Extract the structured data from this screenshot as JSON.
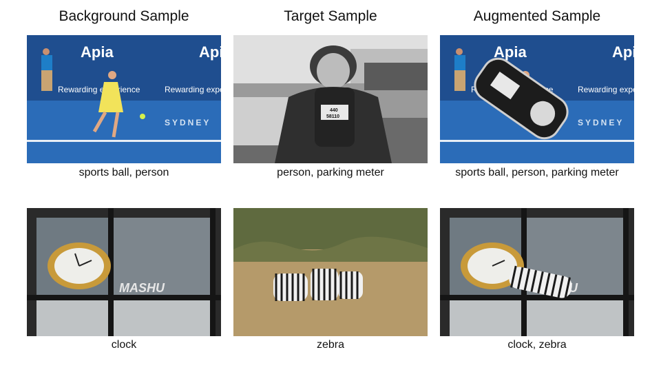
{
  "columns": {
    "background": "Background Sample",
    "target": "Target Sample",
    "augmented": "Augmented Sample"
  },
  "rows": [
    {
      "background": {
        "caption": "sports ball, person",
        "banner_brand": "Apia",
        "banner_slogan": "Rewarding experience",
        "court_text": "SYDNEY"
      },
      "target": {
        "caption": "person, parking meter",
        "meter_text_1": "440",
        "meter_text_2": "58110"
      },
      "augmented": {
        "caption": "sports ball, person, parking meter"
      }
    },
    {
      "background": {
        "caption": "clock",
        "sign_text": "MASHU"
      },
      "target": {
        "caption": "zebra"
      },
      "augmented": {
        "caption": "clock, zebra"
      }
    }
  ],
  "colors": {
    "court_blue": "#2b6cb8",
    "banner_blue": "#1f4e8f",
    "dress_yellow": "#f2e35a",
    "savanna": "#b59a6a",
    "window_dark": "#2a2a2a"
  }
}
